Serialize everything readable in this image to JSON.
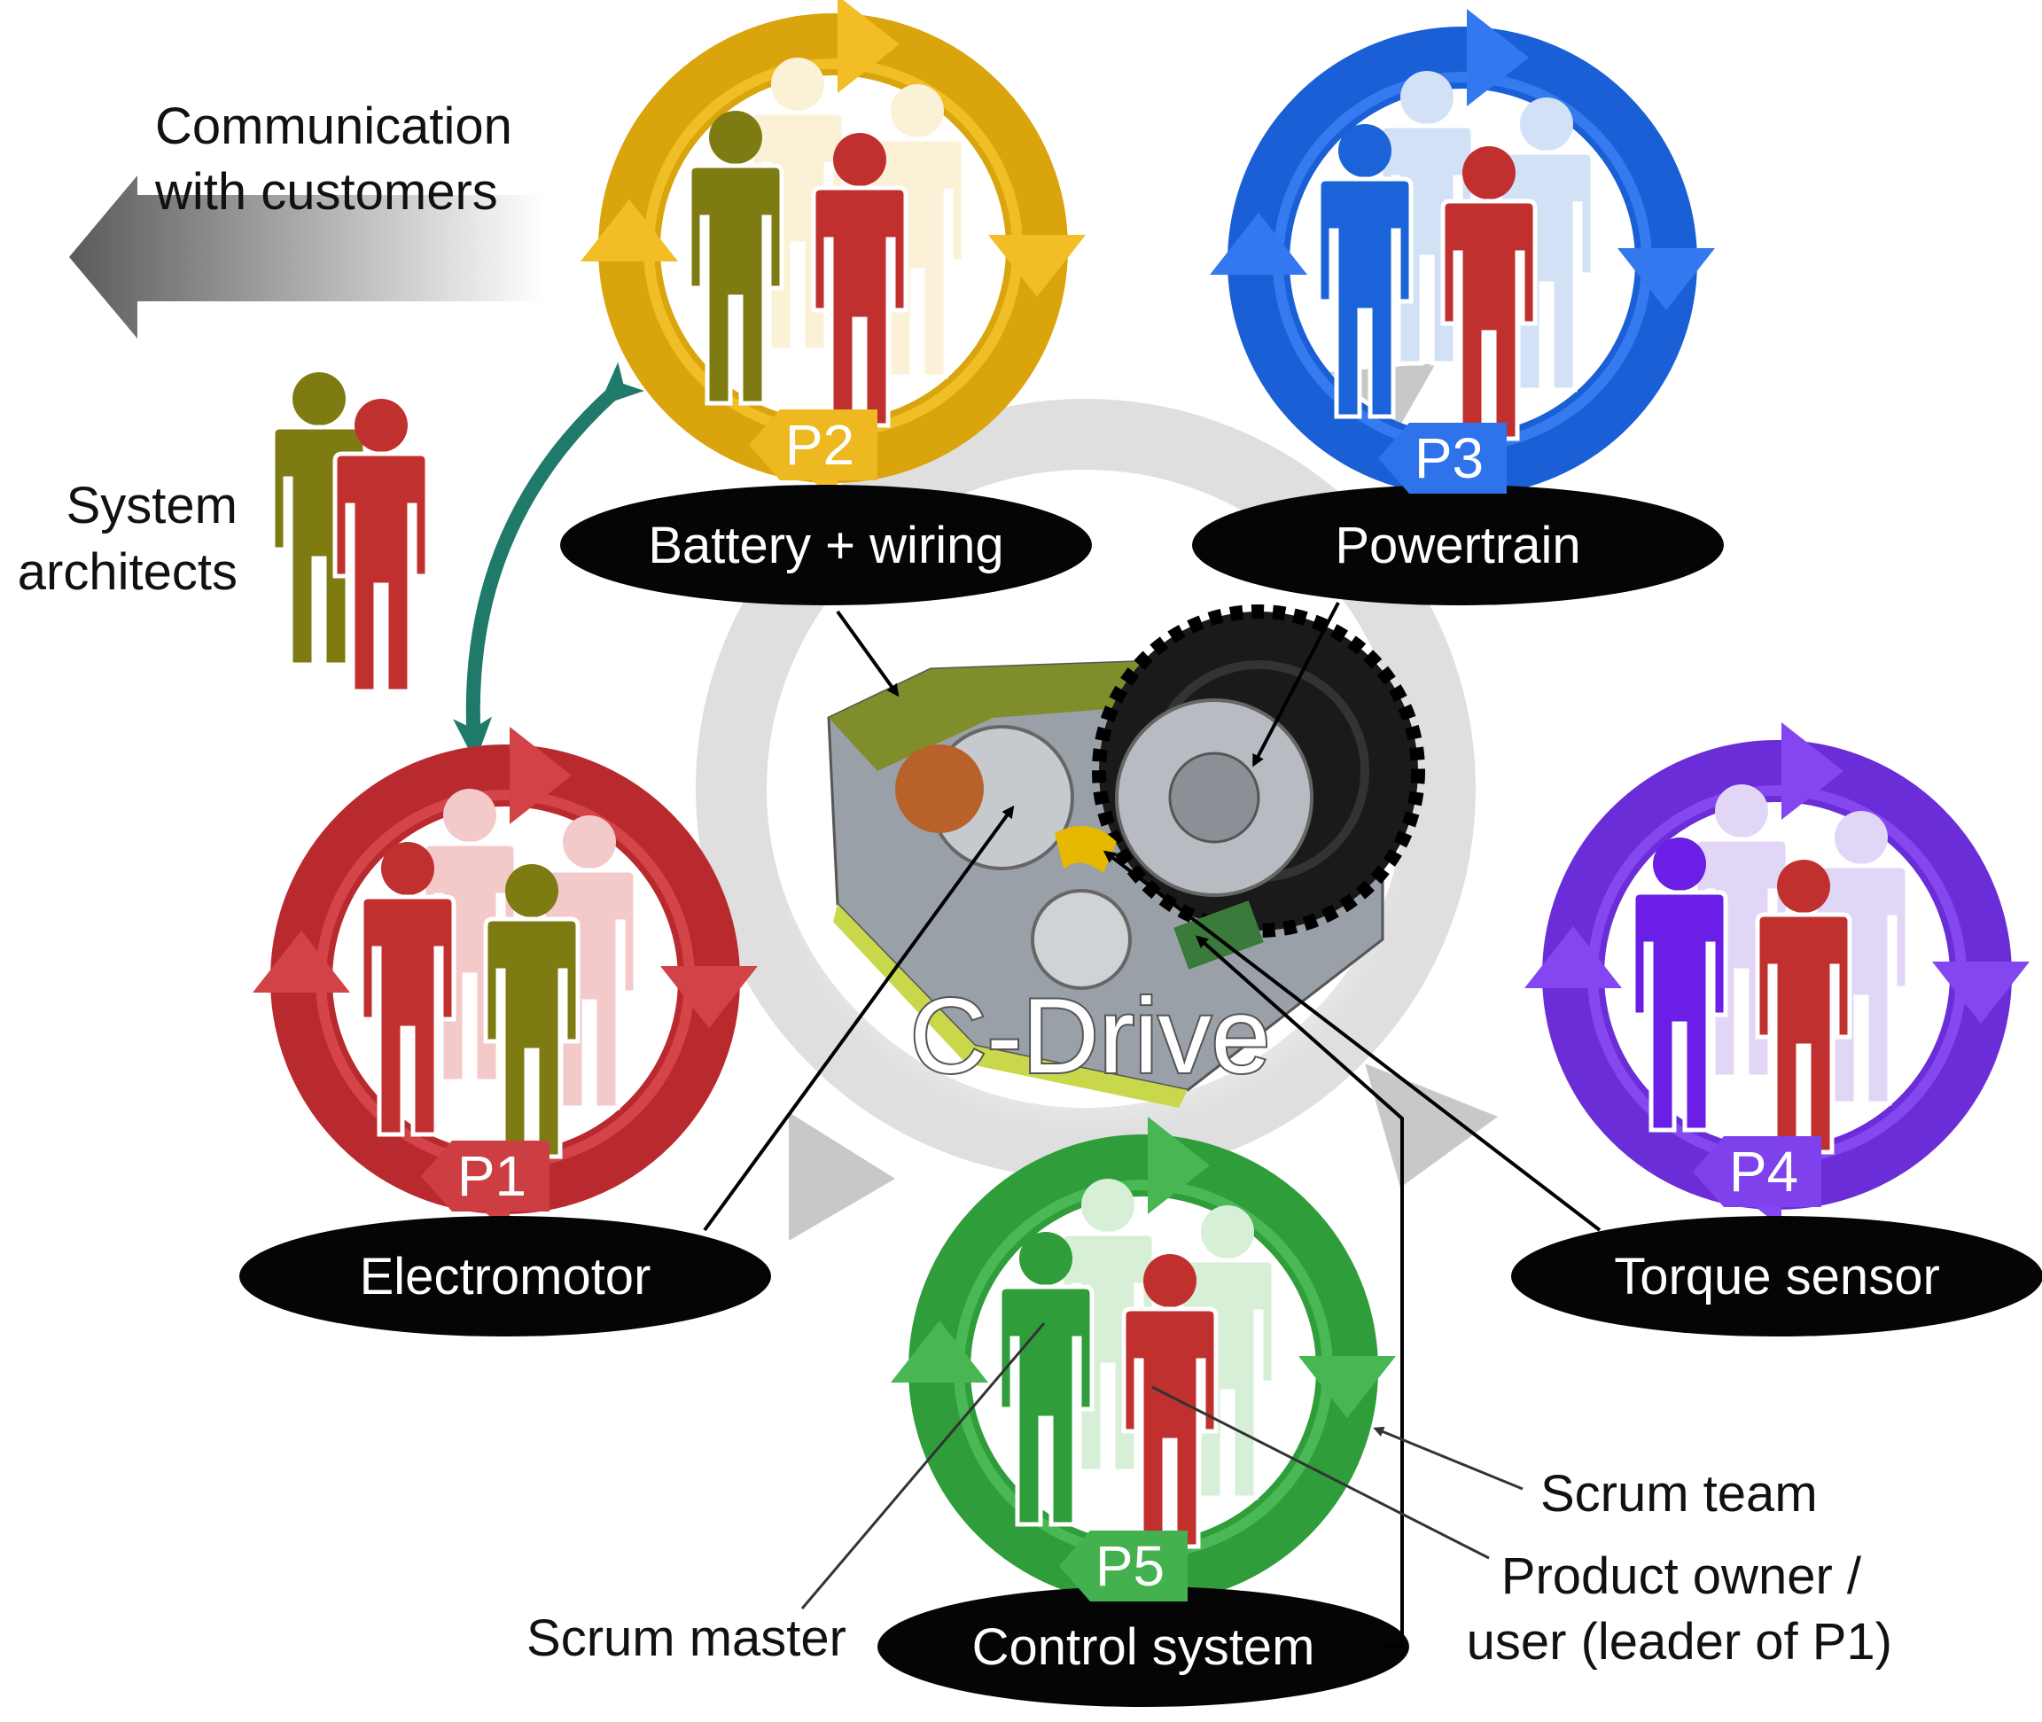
{
  "labels": {
    "communication_line1": "Communication",
    "communication_line2": "with customers",
    "system_architects_line1": "System",
    "system_architects_line2": "architects",
    "center_title": "C-Drive",
    "scrum_team": "Scrum team",
    "scrum_master": "Scrum master",
    "product_owner_line1": "Product owner /",
    "product_owner_line2": "user (leader of P1)"
  },
  "teams": [
    {
      "id": "P1",
      "name": "Electromotor",
      "ring_color": "#b92a2e",
      "light_color": "#f4c9c9",
      "person_a": "#c0302f",
      "person_b": "#7d7b12",
      "person_c": "#c0302f"
    },
    {
      "id": "P2",
      "name": "Battery + wiring",
      "ring_color": "#d9a40c",
      "light_color": "#fbf1d6",
      "person_a": "#7d7b12",
      "person_b": "#c0302f",
      "person_c": "#c0302f"
    },
    {
      "id": "P3",
      "name": "Powertrain",
      "ring_color": "#1a5fd6",
      "light_color": "#d3e1f7",
      "person_a": "#1a63d8",
      "person_b": "#c0302f",
      "person_c": "#c0302f"
    },
    {
      "id": "P4",
      "name": "Torque sensor",
      "ring_color": "#6a2dd8",
      "light_color": "#e2d6f6",
      "person_a": "#6a1ee6",
      "person_b": "#c0302f",
      "person_c": "#c0302f"
    },
    {
      "id": "P5",
      "name": "Control system",
      "ring_color": "#2f9d3a",
      "light_color": "#d6efd6",
      "person_a": "#2f9d3a",
      "person_b": "#c0302f",
      "person_c": "#c0302f"
    }
  ],
  "colors": {
    "architect_olive": "#7d7b12",
    "architect_red": "#c0302f",
    "teal_arrow": "#1f7a6a",
    "pill": "#050505",
    "cycle_gray": "#d0d0d0"
  }
}
